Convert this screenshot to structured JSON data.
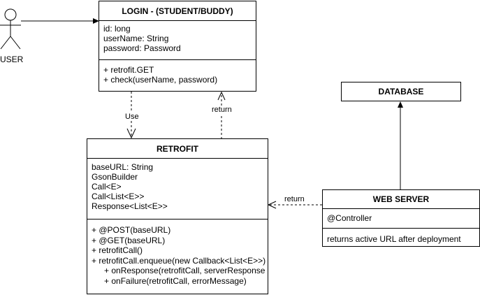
{
  "actor": {
    "label": "USER"
  },
  "login": {
    "title": "LOGIN - (STUDENT/BUDDY)",
    "attributes": [
      "id: long",
      "userName: String",
      "password: Password"
    ],
    "methods": [
      "+ retrofit.GET",
      "+ check(userName, password)"
    ]
  },
  "retrofit": {
    "title": "RETROFIT",
    "attributes": [
      "baseURL: String",
      "GsonBuilder",
      "Call<E>",
      "Call<List<E>>",
      "Response<List<E>>"
    ],
    "methods": [
      "+ @POST(baseURL)",
      "+ @GET(baseURL)",
      "+ retrofitCall()",
      "+ retrofitCall.enqueue(new Callback<List<E>>)"
    ],
    "sub_methods": [
      "+ onResponse(retrofitCall, serverResponse",
      "+ onFailure(retrofitCall, errorMessage)"
    ]
  },
  "database": {
    "title": "DATABASE"
  },
  "webserver": {
    "title": "WEB SERVER",
    "attributes": [
      "@Controller"
    ],
    "methods": [
      "returns active URL after deployment"
    ]
  },
  "connectors": {
    "use_label": "Use",
    "return_login_label": "return",
    "return_server_label": "return"
  }
}
